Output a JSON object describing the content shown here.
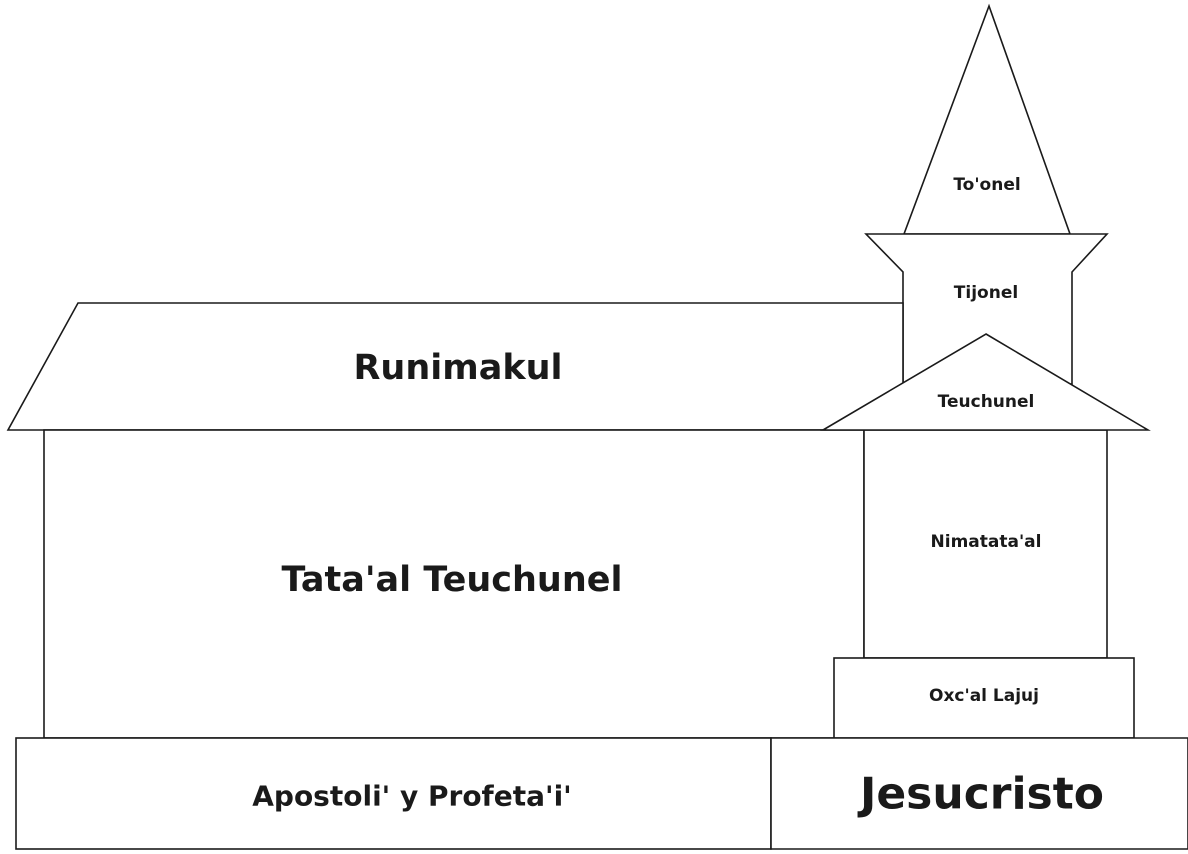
{
  "labels": {
    "spire": "To'onel",
    "belfry": "Tijonel",
    "tower_roof": "Teuchunel",
    "tower_body": "Nimatata'al",
    "tower_base": "Oxc'al Lajuj",
    "main_roof": "Runimakul",
    "main_hall": "Tata'al Teuchunel",
    "foundation_left": "Apostoli' y Profeta'i'",
    "foundation_right": "Jesucristo"
  },
  "colors": {
    "stroke": "#1a1a1a",
    "fill": "#ffffff",
    "text": "#1a1a1a"
  }
}
